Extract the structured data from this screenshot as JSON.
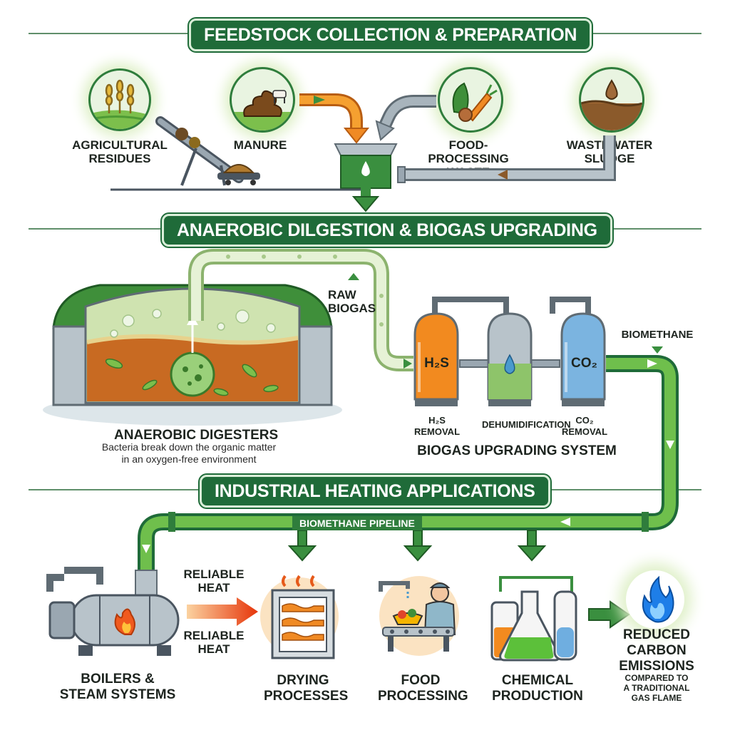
{
  "sections": {
    "feedstock": "FEEDSTOCK COLLECTION & PREPARATION",
    "digestion": "ANAEROBIC DILGESTION & BIOGAS UPGRADING",
    "heating": "INDUSTRIAL HEATING APPLICATIONS"
  },
  "feedstock": {
    "agricultural": "AGRICULTURAL\nRESIDUES",
    "manure": "MANURE",
    "food_waste": "FOOD-PROCESSING\nWASTE",
    "wastewater": "WASTEWATER\nSLUDGE"
  },
  "digestion": {
    "raw_biogas": "RAW\nBIOGAS",
    "digesters_title": "ANAEROBIC DIGESTERS",
    "digesters_desc": "Bacteria break down the organic matter\nin an oxygen-free environment",
    "h2s_tank": "H₂S",
    "co2_tank": "CO₂",
    "h2s_removal": "H₂S\nREMOVAL",
    "dehumidification": "DEHUMIDIFICATION",
    "co2_removal": "CO₂\nREMOVAL",
    "upgrading_title": "BIOGAS UPGRADING SYSTEM",
    "biomethane": "BIOMETHANE"
  },
  "heating": {
    "pipeline": "BIOMETHANE PIPELINE",
    "reliable_heat_1": "RELIABLE\nHEAT",
    "reliable_heat_2": "RELIABLE\nHEAT",
    "boilers": "BOILERS &\nSTEAM SYSTEMS",
    "drying": "DRYING\nPROCESSES",
    "food": "FOOD\nPROCESSING",
    "chemical": "CHEMICAL\nPRODUCTION",
    "reduced": "REDUCED\nCARBON\nEMISSIONS",
    "compared": "COMPARED TO\nA TRADITIONAL\nGAS FLAME"
  },
  "colors": {
    "primary_green": "#2f7d3c",
    "dark_green": "#1f6b39",
    "orange": "#f08a24",
    "steel": "#9aa7b1"
  }
}
